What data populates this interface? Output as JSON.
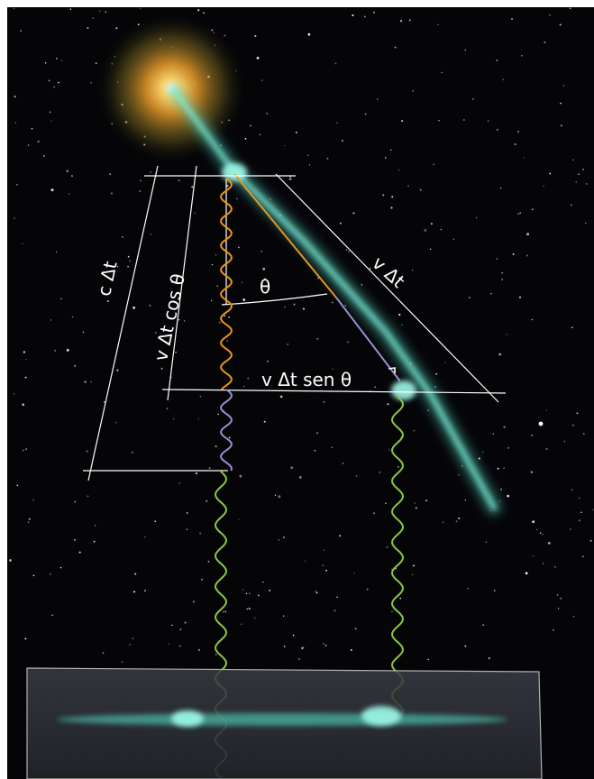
{
  "labels": {
    "c_dt": "c Δt",
    "v_dt_cos": "v Δt cos θ",
    "theta": "θ",
    "v_dt": "v Δt",
    "v_dt_sen": "v Δt sen θ"
  },
  "colors": {
    "background": "#050508",
    "jet": "#5fe0c8",
    "wave_upper": "#e8951c",
    "wave_middle": "#9a8fd0",
    "wave_lower": "#8cc63f",
    "lines": "#ffffff",
    "star_glow": "#f2b640"
  }
}
